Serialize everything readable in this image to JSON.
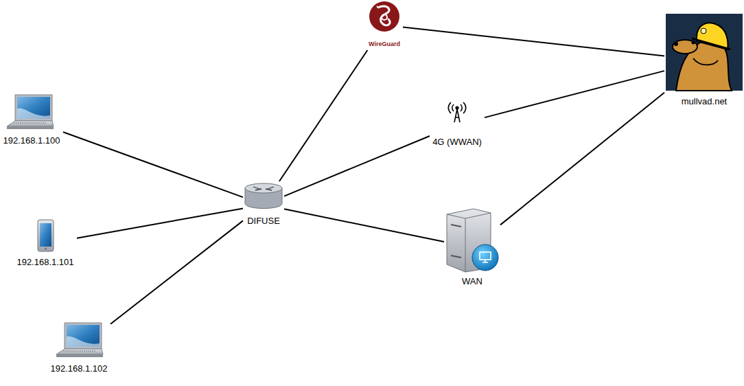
{
  "diagram": {
    "nodes": [
      {
        "text": [
          "WireGuard"
        ]
      },
      {
        "text": [
          "mullvad.net"
        ]
      },
      {
        "text": [
          "192.168.1.100"
        ]
      },
      {
        "text": [
          "4G (WWAN)"
        ]
      },
      {
        "text": [
          "DIFUSE"
        ]
      },
      {
        "text": [
          "192.168.1.101"
        ]
      },
      {
        "text": [
          "WAN"
        ]
      },
      {
        "text": [
          "192.168.1.102"
        ]
      }
    ],
    "edges": [
      {
        "from": 2,
        "to": 4,
        "arrow": "none"
      },
      {
        "from": 5,
        "to": 4,
        "arrow": "none"
      },
      {
        "from": 7,
        "to": 4,
        "arrow": "none"
      },
      {
        "from": 0,
        "to": 4,
        "arrow": "none"
      },
      {
        "from": 3,
        "to": 4,
        "arrow": "none"
      },
      {
        "from": 6,
        "to": 4,
        "arrow": "none"
      },
      {
        "from": 0,
        "to": 1,
        "arrow": "none"
      },
      {
        "from": 3,
        "to": 1,
        "arrow": "none"
      },
      {
        "from": 6,
        "to": 1,
        "arrow": "none"
      }
    ]
  }
}
